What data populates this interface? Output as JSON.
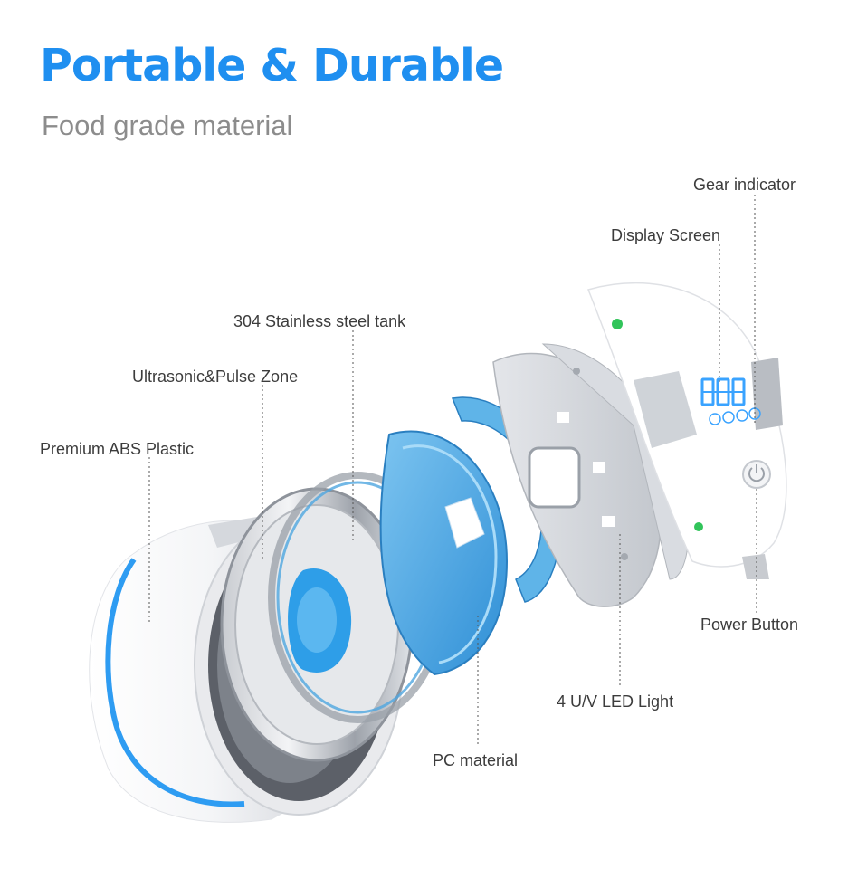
{
  "header": {
    "title": "Portable & Durable",
    "subtitle": "Food grade material"
  },
  "callouts": {
    "gear_indicator": "Gear indicator",
    "display_screen": "Display Screen",
    "steel_tank": "304 Stainless steel tank",
    "ultrasonic_zone": "Ultrasonic&Pulse Zone",
    "abs_plastic": "Premium ABS Plastic",
    "power_button": "Power Button",
    "uv_led": "4 U/V LED Light",
    "pc_material": "PC material"
  },
  "colors": {
    "title": "#1f8ff0",
    "subtitle": "#8c8c8c",
    "accent_ring": "#2e9cf2",
    "lid_blue": "#5fb4e8",
    "display_led": "#3aa3ff"
  }
}
